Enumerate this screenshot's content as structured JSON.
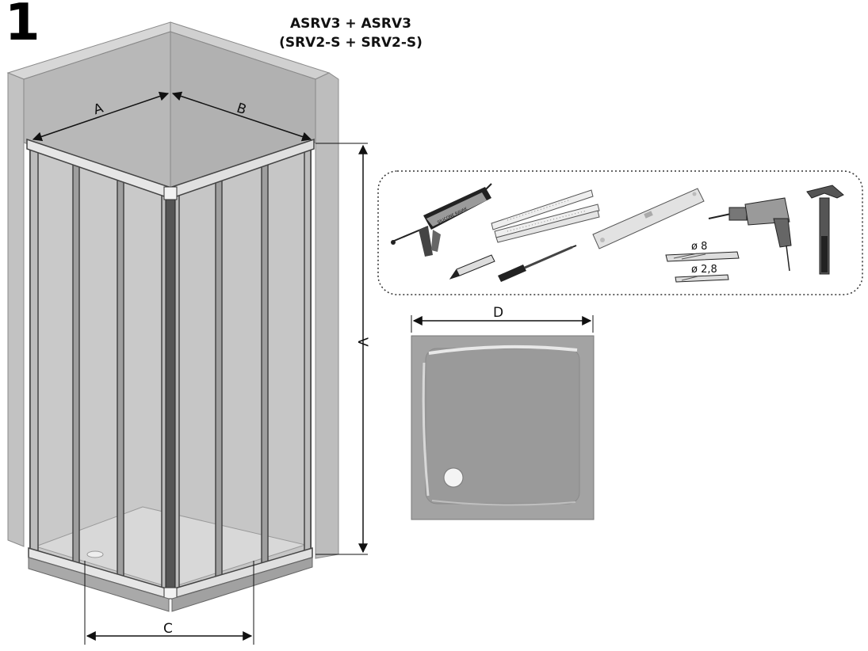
{
  "step_number": "1",
  "title": {
    "line1": "ASRV3 + ASRV3",
    "line2": "(SRV2-S + SRV2-S)"
  },
  "dimensions": {
    "a": "A",
    "b": "B",
    "c": "C",
    "d": "D",
    "v": "V"
  },
  "tools": {
    "silicone_label": "SILICONE RAVAK",
    "drill_bit_large": "ø 8",
    "drill_bit_small": "ø 2,8"
  }
}
